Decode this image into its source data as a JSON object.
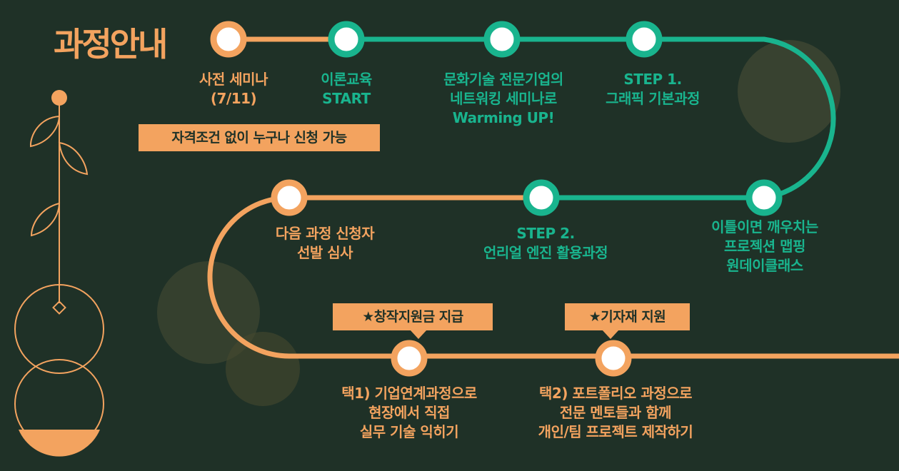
{
  "title": "과정안내",
  "colors": {
    "background": "#1f3127",
    "orange": "#f3a35f",
    "teal": "#19b48e"
  },
  "steps": [
    {
      "lines": [
        "사전 세미나",
        "(7/11)"
      ],
      "color": "orange"
    },
    {
      "lines": [
        "이론교육",
        "START"
      ],
      "color": "teal"
    },
    {
      "lines": [
        "문화기술 전문기업의",
        "네트워킹 세미나로",
        "Warming UP!"
      ],
      "color": "teal"
    },
    {
      "lines": [
        "STEP 1.",
        "그래픽 기본과정"
      ],
      "color": "teal"
    },
    {
      "lines": [
        "이틀이면 깨우치는",
        "프로젝션 맵핑",
        "원데이클래스"
      ],
      "color": "teal"
    },
    {
      "lines": [
        "STEP 2.",
        "언리얼 엔진 활용과정"
      ],
      "color": "teal"
    },
    {
      "lines": [
        "다음 과정 신청자",
        "선발 심사"
      ],
      "color": "orange"
    },
    {
      "lines": [
        "택1) 기업연계과정으로",
        "현장에서 직접",
        "실무 기술 익히기"
      ],
      "color": "orange"
    },
    {
      "lines": [
        "택2) 포트폴리오 과정으로",
        "전문 멘토들과 함께",
        "개인/팀 프로젝트 제작하기"
      ],
      "color": "orange"
    }
  ],
  "tags": {
    "eligibility": "자격조건 없이 누구나 신청 가능",
    "grant": "★창작지원금 지급",
    "equipment": "★기자재 지원"
  }
}
